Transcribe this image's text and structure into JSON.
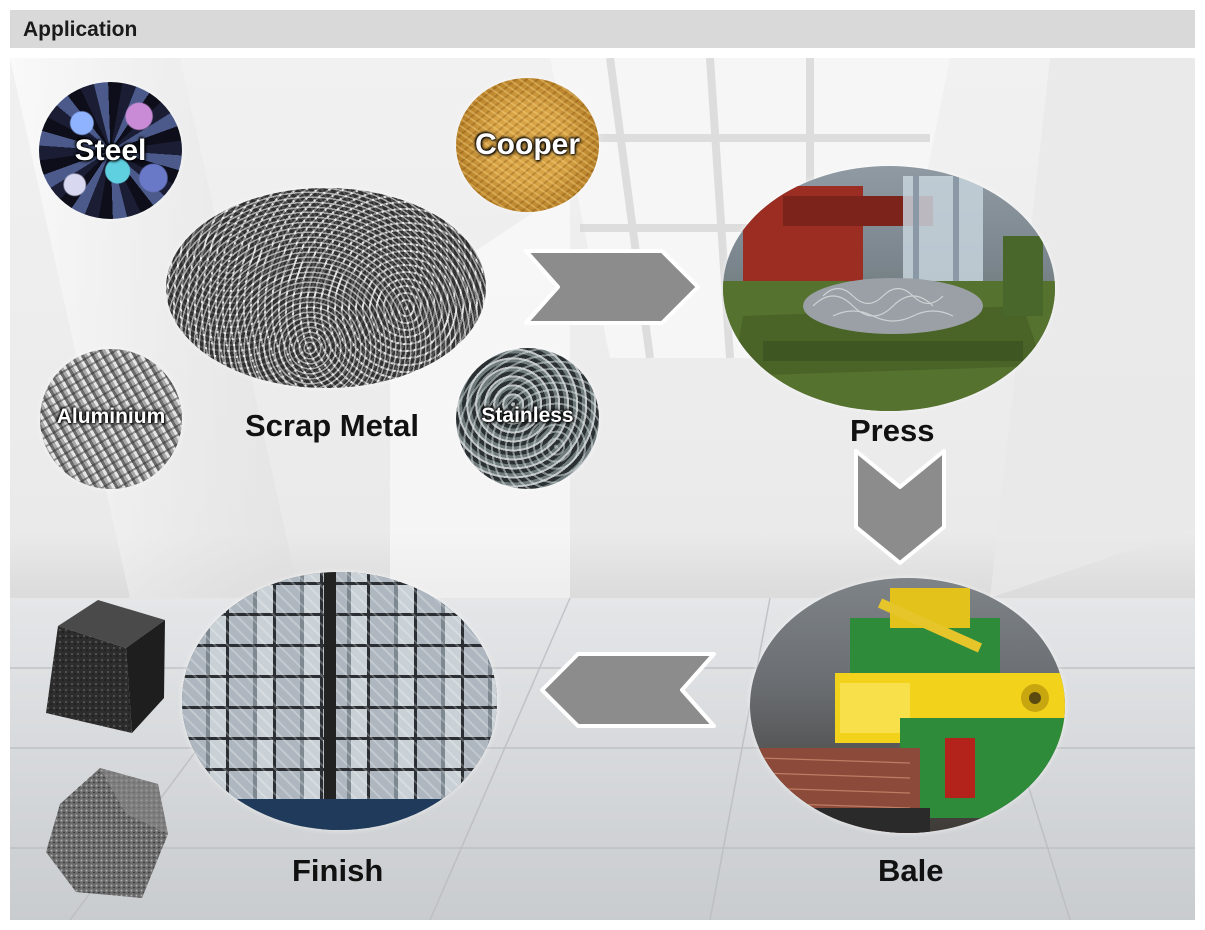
{
  "header": {
    "title": "Application"
  },
  "materials": {
    "steel": "Steel",
    "copper": "Cooper",
    "aluminium": "Aluminium",
    "stainless": "Stainless"
  },
  "steps": {
    "scrap_metal": "Scrap Metal",
    "press": "Press",
    "bale": "Bale",
    "finish": "Finish"
  },
  "colors": {
    "header_bg": "#d9d9d9",
    "arrow_fill": "#8c8c8c",
    "arrow_stroke": "#ffffff",
    "baler_green": "#2e8b3a",
    "baler_yellow": "#f2d21b"
  }
}
